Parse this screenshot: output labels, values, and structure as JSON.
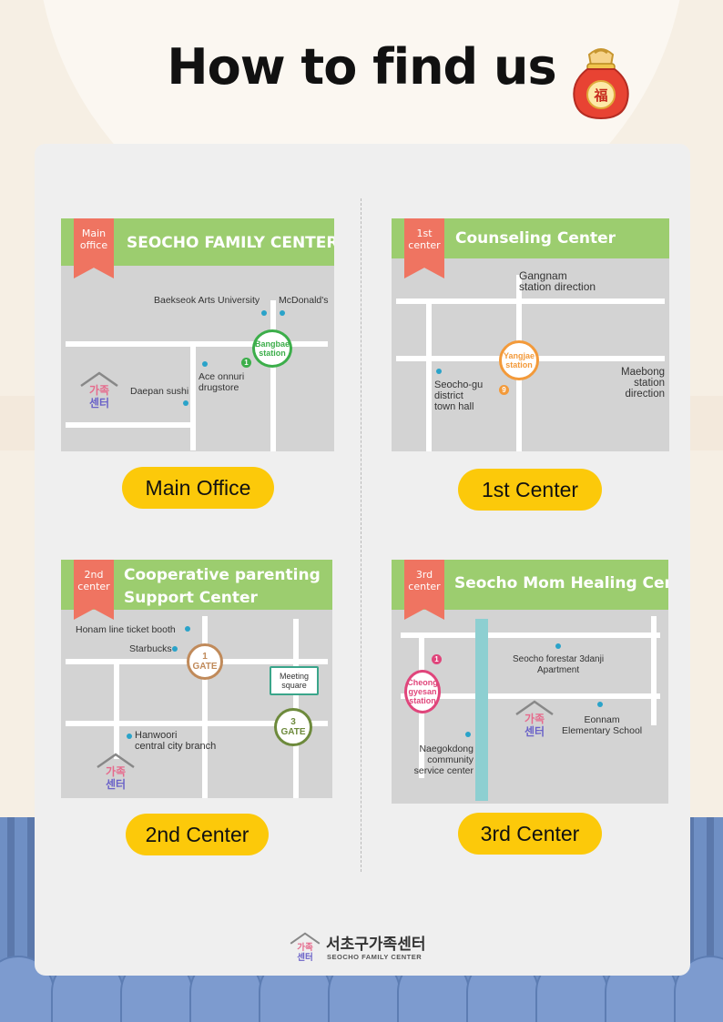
{
  "title": "How to find us",
  "footer": {
    "name_ko": "서초구가족센터",
    "name_en": "SEOCHO FAMILY CENTER"
  },
  "logo_text": {
    "line1": "가족",
    "line2": "센터"
  },
  "maps": {
    "main": {
      "ribbon": [
        "Main",
        "office"
      ],
      "title": "SEOCHO FAMILY CENTER",
      "pill": "Main Office",
      "labels": {
        "baekseok": "Baekseok Arts University",
        "mcdonalds": "McDonald's",
        "station": [
          "Bangbae",
          "station"
        ],
        "exit": "1",
        "ace": [
          "Ace onnuri",
          "drugstore"
        ],
        "daepan": "Daepan sushi"
      }
    },
    "first": {
      "ribbon": [
        "1st",
        "center"
      ],
      "title": "Counseling Center",
      "pill": "1st Center",
      "labels": {
        "gangnam": [
          "Gangnam",
          "station direction"
        ],
        "station": [
          "Yangjae",
          "station"
        ],
        "exit": "9",
        "seocho": [
          "Seocho-gu",
          "district",
          "town hall"
        ],
        "maebong": [
          "Maebong",
          "station",
          "direction"
        ]
      }
    },
    "second": {
      "ribbon": [
        "2nd",
        "center"
      ],
      "title": [
        "Cooperative parenting",
        "Support Center"
      ],
      "pill": "2nd Center",
      "labels": {
        "honam": "Honam line ticket booth",
        "starbucks": "Starbucks",
        "gate1": [
          "1",
          "GATE"
        ],
        "meeting": [
          "Meeting",
          "square"
        ],
        "gate3": [
          "3",
          "GATE"
        ],
        "hanwoori": [
          "Hanwoori",
          "central city branch"
        ]
      }
    },
    "third": {
      "ribbon": [
        "3rd",
        "center"
      ],
      "title": "Seocho Mom Healing Center",
      "pill": "3rd Center",
      "labels": {
        "exit": "1",
        "station": [
          "Cheong",
          "gyesan",
          "station"
        ],
        "forestar": [
          "Seocho forestar 3danji",
          "Apartment"
        ],
        "eonnam": [
          "Eonnam",
          "Elementary School"
        ],
        "naegok": [
          "Naegokdong",
          "community",
          "service center"
        ]
      }
    }
  }
}
